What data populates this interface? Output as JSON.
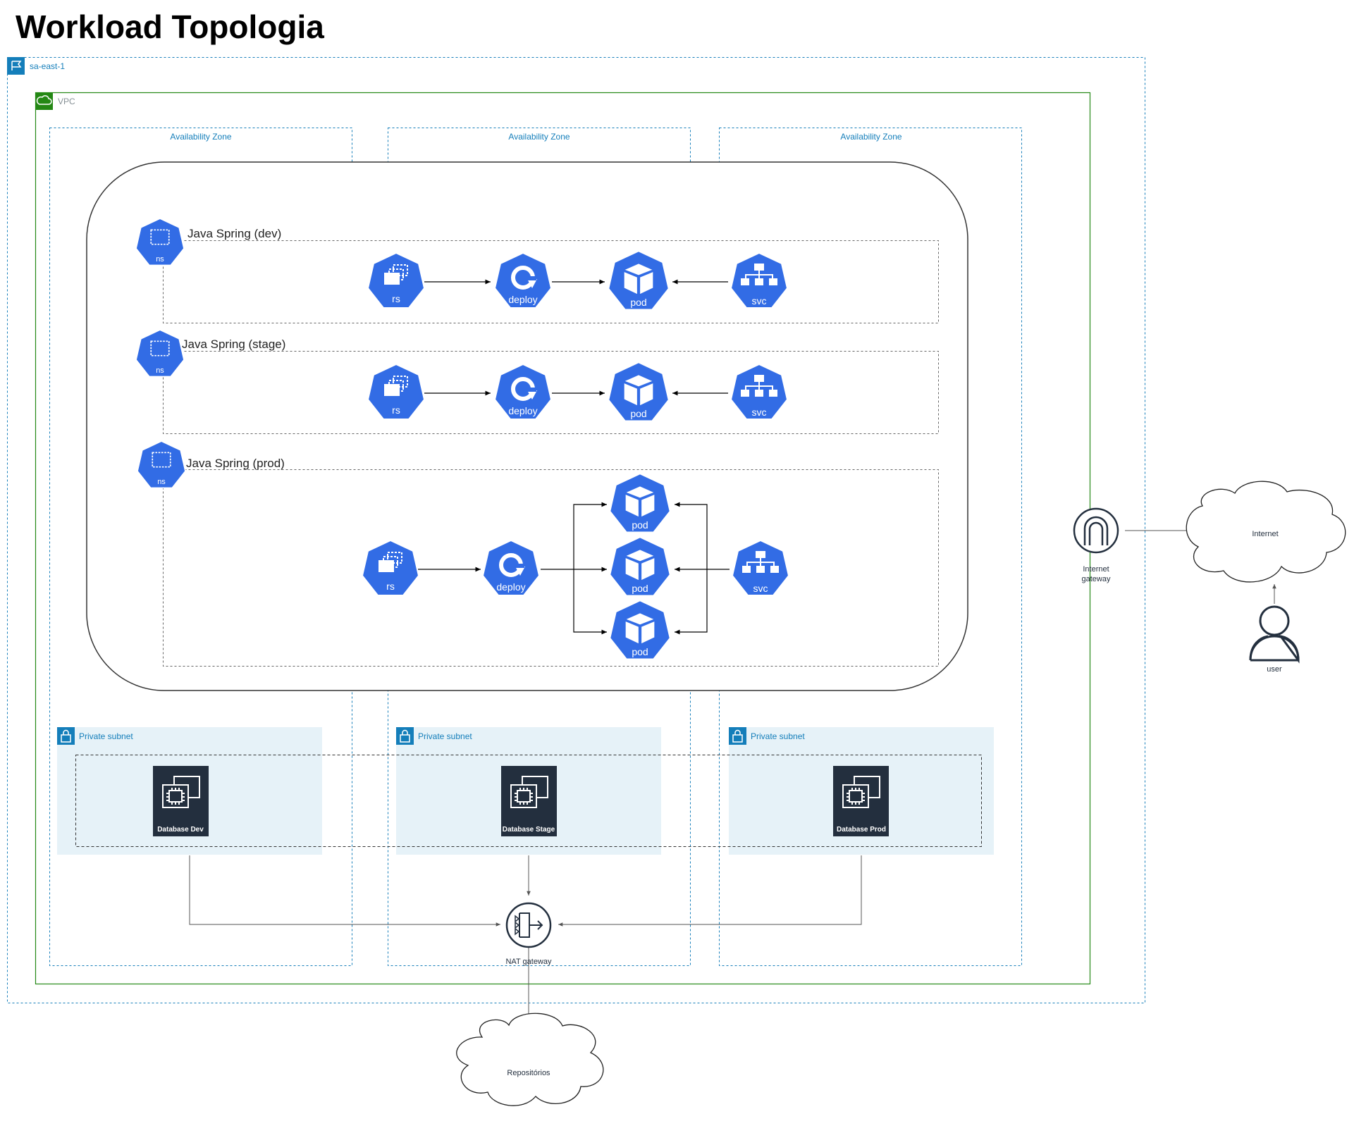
{
  "title": "Workload Topologia",
  "region": {
    "label": "sa-east-1"
  },
  "vpc": {
    "label": "VPC"
  },
  "availability_zones": [
    "Availability Zone",
    "Availability Zone",
    "Availability Zone"
  ],
  "namespaces": [
    {
      "title": "Java Spring (dev)",
      "icon_label": "ns"
    },
    {
      "title": "Java Spring (stage)",
      "icon_label": "ns"
    },
    {
      "title": "Java Spring (prod)",
      "icon_label": "ns"
    }
  ],
  "k8s_labels": {
    "rs": "rs",
    "deploy": "deploy",
    "pod": "pod",
    "svc": "svc"
  },
  "private_subnets": [
    "Private subnet",
    "Private subnet",
    "Private subnet"
  ],
  "databases": [
    "Database Dev",
    "Database Stage",
    "Database Prod"
  ],
  "nat_gateway": "NAT gateway",
  "internet_gateway": {
    "line1": "Internet",
    "line2": "gateway"
  },
  "internet": "Internet",
  "user": "user",
  "repositorios": "Repositórios",
  "colors": {
    "k8s_blue": "#326ce5",
    "region_border": "#147eba",
    "vpc_green": "#248814",
    "subnet_fill": "#e6f2f8",
    "aws_dark": "#232f3e"
  }
}
